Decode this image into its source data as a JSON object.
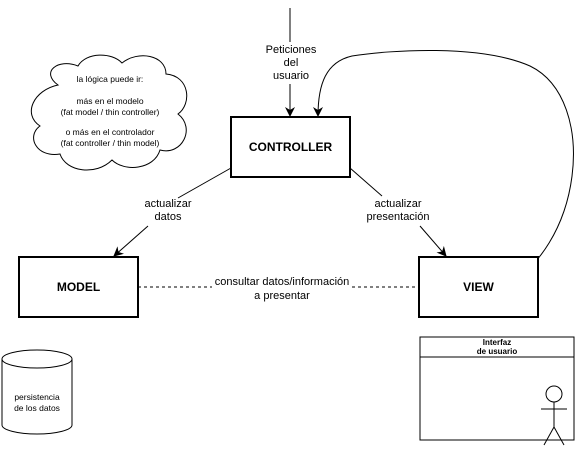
{
  "nodes": {
    "controller": {
      "label": "CONTROLLER"
    },
    "model": {
      "label": "MODEL"
    },
    "view": {
      "label": "VIEW"
    },
    "database": {
      "line1": "persistencia",
      "line2": "de los datos"
    },
    "user_interface": {
      "line1": "Interfaz",
      "line2": "de usuario"
    }
  },
  "edges": {
    "user_requests": {
      "line1": "Peticiones",
      "line2": "del",
      "line3": "usuario"
    },
    "update_data": {
      "line1": "actualizar",
      "line2": "datos"
    },
    "update_presentation": {
      "line1": "actualizar",
      "line2": "presentación"
    },
    "query_data": {
      "line1": "consultar datos/información",
      "line2": "a presentar"
    }
  },
  "cloud_note": {
    "line1": "la lógica puede ir:",
    "line2": "más en el modelo",
    "line3": "(fat model / thin controller)",
    "line4": "o más en el controlador",
    "line5": "(fat controller / thin model)"
  }
}
